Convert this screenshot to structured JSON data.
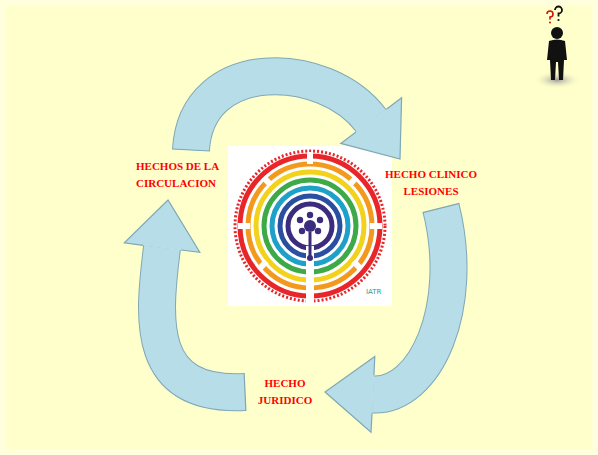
{
  "diagram": {
    "nodes": [
      {
        "text": [
          "HECHOS DE LA CIRCULACION"
        ]
      },
      {
        "text": [
          "HECHO CLINICO LESIONES"
        ]
      },
      {
        "text": [
          "HECHO JURIDICO"
        ]
      }
    ],
    "edges": [
      {
        "from": 0,
        "to": 1,
        "arrow": "to"
      },
      {
        "from": 1,
        "to": 2,
        "arrow": "to"
      },
      {
        "from": 2,
        "to": 0,
        "arrow": "to"
      }
    ],
    "labels": [
      "IATR"
    ]
  }
}
